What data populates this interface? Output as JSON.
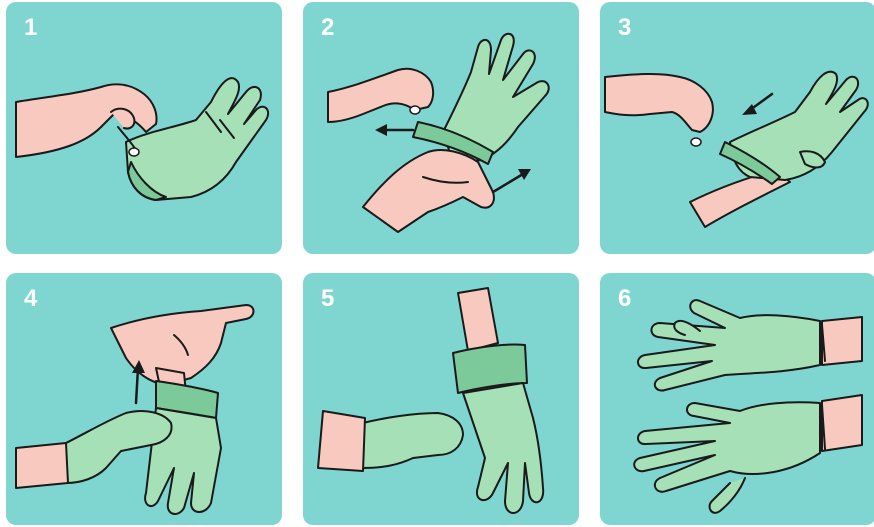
{
  "steps": [
    {
      "number": "1",
      "icon": "hand-pulling-glove-cuff"
    },
    {
      "number": "2",
      "icon": "hand-inserting-into-glove"
    },
    {
      "number": "3",
      "icon": "glove-pulled-onto-wrist"
    },
    {
      "number": "4",
      "icon": "gloved-hand-grasping-wrist"
    },
    {
      "number": "5",
      "icon": "glove-rolled-over-cuff"
    },
    {
      "number": "6",
      "icon": "both-hands-gloved"
    }
  ],
  "colors": {
    "panel": "#7fd6d1",
    "skin": "#f7c9bf",
    "glove": "#a6e0b6",
    "outline": "#1a1a1a",
    "number": "#ffffff"
  }
}
